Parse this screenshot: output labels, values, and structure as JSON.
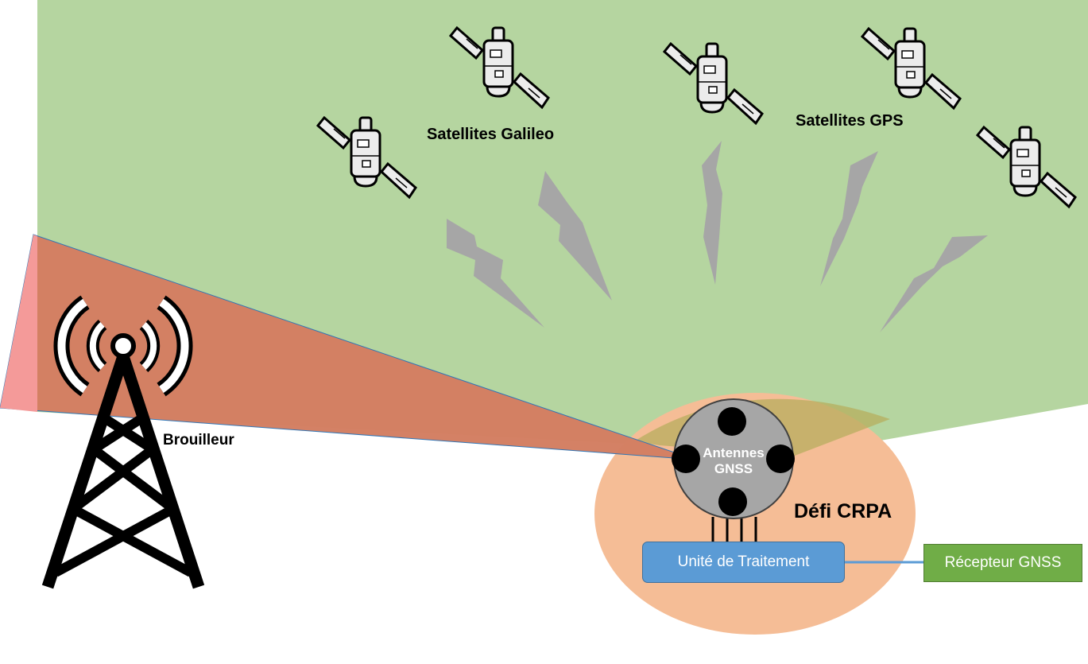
{
  "labels": {
    "galileo": "Satellites Galileo",
    "gps": "Satellites GPS",
    "jammer": "Brouilleur",
    "antenna_line1": "Antennes",
    "antenna_line2": "GNSS",
    "challenge": "Défi CRPA",
    "processing_unit": "Unité de Traitement",
    "receiver": "Récepteur GNSS"
  },
  "icons": {
    "satellite": "satellite-icon",
    "tower": "radio-tower-icon",
    "signal": "lightning-signal-icon"
  },
  "colors": {
    "sky": "#b5d5a0",
    "jammer_beam": "#d47f62",
    "jammer_edge": "#f49a99",
    "crpa_zone": "#f5bd96",
    "antenna": "#a6a6a6",
    "processing_unit": "#5b9bd5",
    "receiver": "#70ad47",
    "signal_bolt": "#a6a6a6"
  }
}
